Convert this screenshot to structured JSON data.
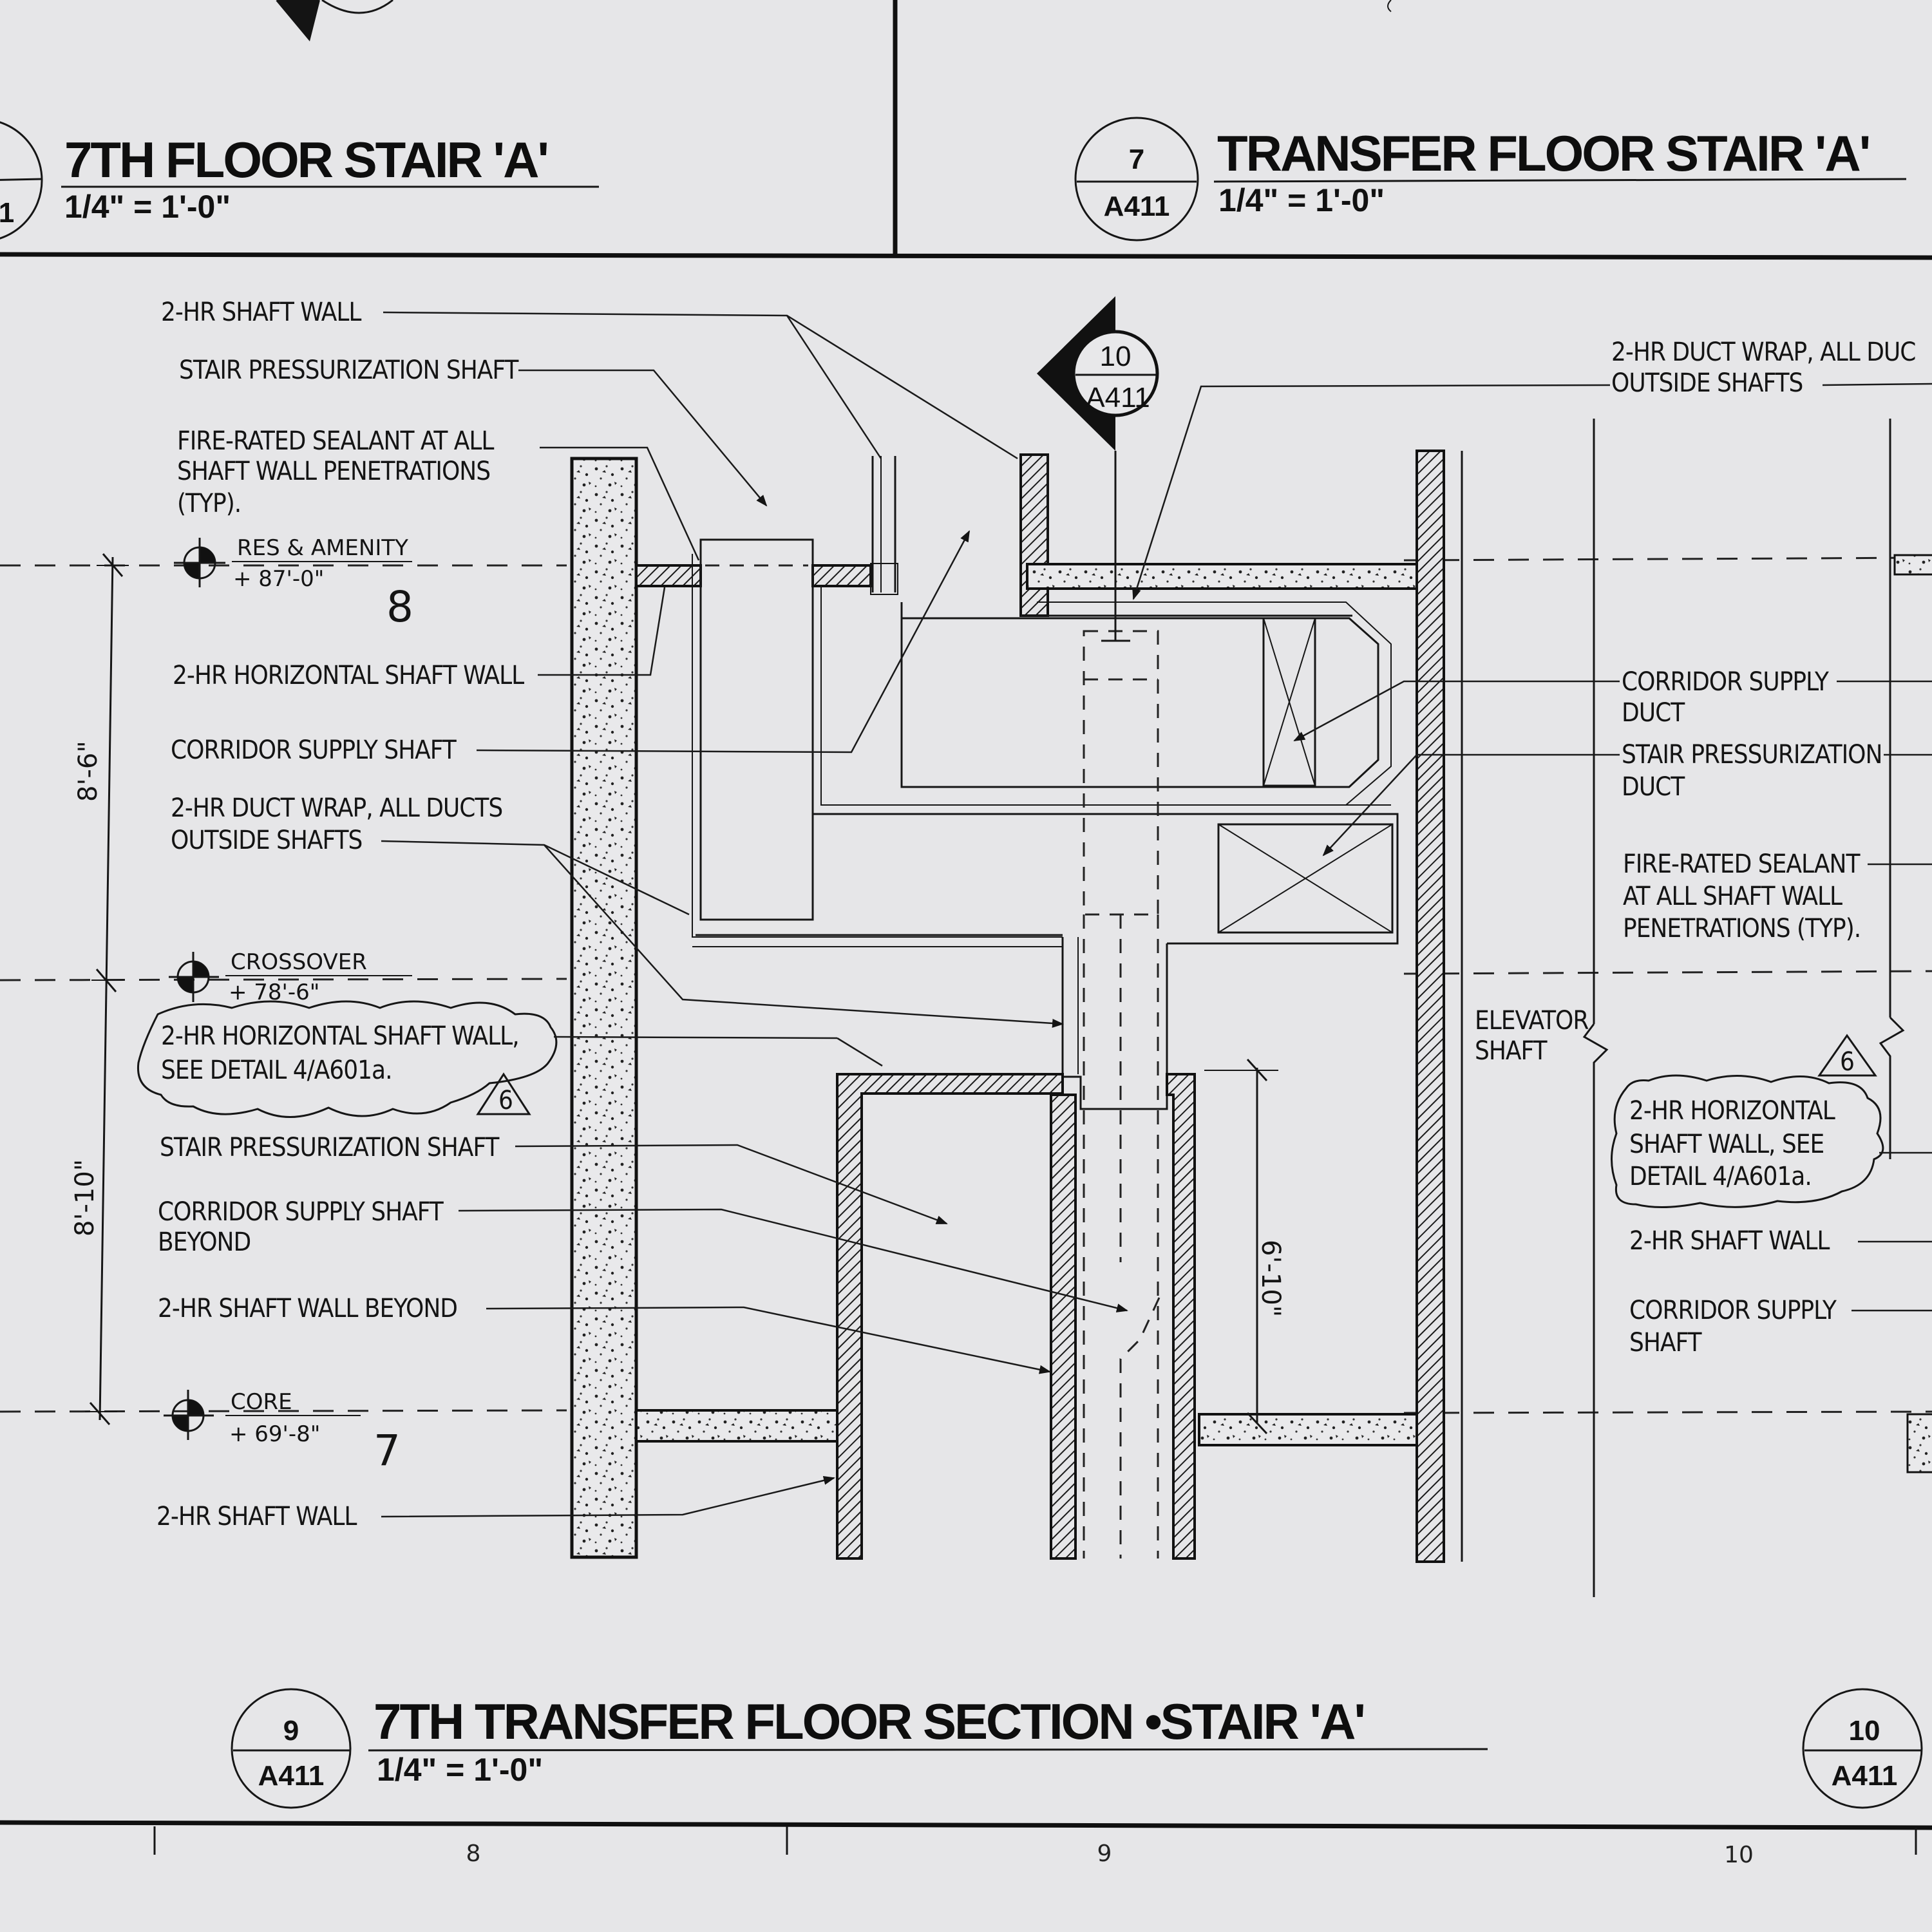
{
  "details": {
    "top_left": {
      "title": "7TH FLOOR STAIR 'A'",
      "scale": "1/4\" = 1'-0\"",
      "bubble_number": "",
      "bubble_sheet": "1"
    },
    "top_right": {
      "title": "TRANSFER FLOOR STAIR 'A'",
      "scale": "1/4\" = 1'-0\"",
      "bubble_number": "7",
      "bubble_sheet": "A411"
    },
    "main": {
      "title": "7TH TRANSFER FLOOR SECTION •STAIR 'A'",
      "scale": "1/4\" = 1'-0\"",
      "bubble_number": "9",
      "bubble_sheet": "A411"
    },
    "right_edge": {
      "bubble_number": "10",
      "bubble_sheet": "A411"
    }
  },
  "section_marker": {
    "number": "10",
    "sheet": "A411"
  },
  "levels": [
    {
      "name": "RES & AMENITY",
      "elevation": "+ 87'-0\"",
      "number": "8"
    },
    {
      "name": "CROSSOVER",
      "elevation": "+ 78'-6\"",
      "number": ""
    },
    {
      "name": "CORE",
      "elevation": "+ 69'-8\"",
      "number": "7"
    }
  ],
  "dimensions": {
    "upper": "8'-6\"",
    "lower": "8'-10\"",
    "right": "6'-10\""
  },
  "revision_tag": "6",
  "left_notes": {
    "shaft_wall_top": "2-HR SHAFT WALL",
    "stair_press_shaft": "STAIR PRESSURIZATION SHAFT",
    "sealant": [
      "FIRE-RATED SEALANT AT ALL",
      "SHAFT WALL PENETRATIONS",
      "(TYP)."
    ],
    "horiz_shaft_wall": "2-HR HORIZONTAL SHAFT WALL",
    "corridor_supply_shaft": "CORRIDOR SUPPLY SHAFT",
    "duct_wrap": [
      "2-HR DUCT WRAP, ALL DUCTS",
      "OUTSIDE SHAFTS"
    ],
    "cloud_note": [
      "2-HR HORIZONTAL SHAFT WALL,",
      "SEE DETAIL 4/A601a."
    ],
    "stair_press_shaft_2": "STAIR PRESSURIZATION SHAFT",
    "corridor_supply_beyond": [
      "CORRIDOR SUPPLY SHAFT",
      "BEYOND"
    ],
    "shaft_wall_beyond": "2-HR SHAFT WALL BEYOND",
    "shaft_wall_bottom": "2-HR SHAFT WALL"
  },
  "right_notes": {
    "duct_wrap": [
      "2-HR DUCT WRAP, ALL DUC",
      "OUTSIDE SHAFTS"
    ],
    "corridor_supply_duct": [
      "CORRIDOR SUPPLY",
      "DUCT"
    ],
    "stair_press_duct": [
      "STAIR PRESSURIZATION",
      "DUCT"
    ],
    "sealant": [
      "FIRE-RATED SEALANT",
      "AT ALL SHAFT WALL",
      "PENETRATIONS (TYP)."
    ],
    "elevator_shaft": [
      "ELEVATOR",
      "SHAFT"
    ],
    "cloud_note": [
      "2-HR HORIZONTAL",
      "SHAFT WALL, SEE",
      "DETAIL 4/A601a."
    ],
    "shaft_wall": "2-HR SHAFT WALL",
    "corridor_supply_shaft": [
      "CORRIDOR SUPPLY",
      "SHAFT"
    ]
  },
  "grid_numbers": [
    "8",
    "9",
    "10"
  ]
}
